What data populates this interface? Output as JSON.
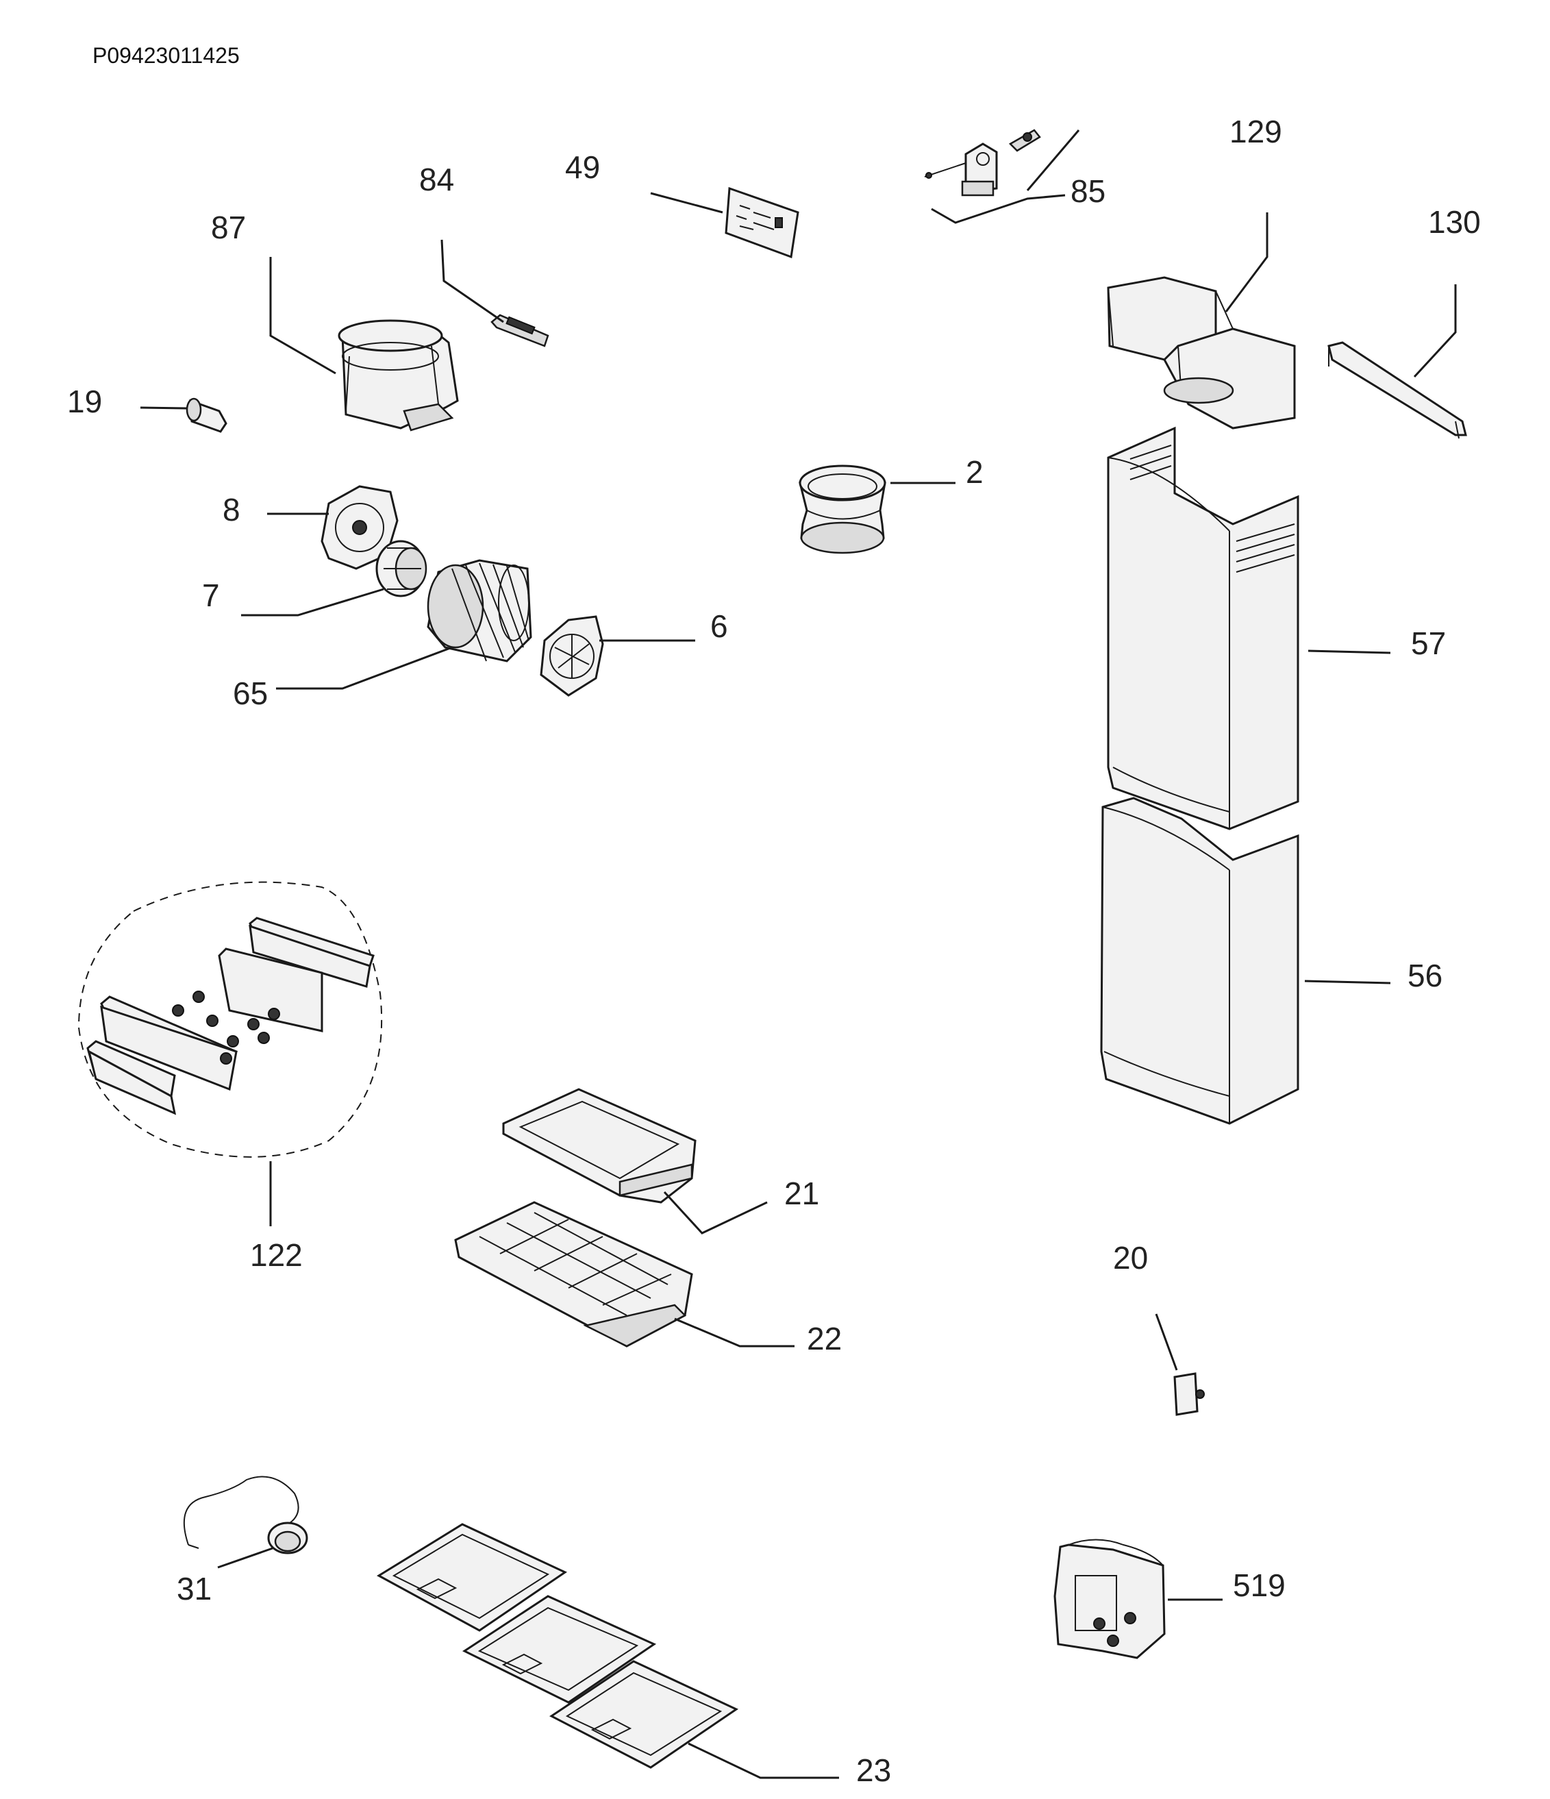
{
  "document": {
    "code": "P09423011425"
  },
  "parts": [
    {
      "id": "87",
      "label": "87"
    },
    {
      "id": "84",
      "label": "84"
    },
    {
      "id": "49",
      "label": "49"
    },
    {
      "id": "85",
      "label": "85"
    },
    {
      "id": "129",
      "label": "129"
    },
    {
      "id": "130",
      "label": "130"
    },
    {
      "id": "19",
      "label": "19"
    },
    {
      "id": "2",
      "label": "2"
    },
    {
      "id": "8",
      "label": "8"
    },
    {
      "id": "7",
      "label": "7"
    },
    {
      "id": "65",
      "label": "65"
    },
    {
      "id": "6",
      "label": "6"
    },
    {
      "id": "57",
      "label": "57"
    },
    {
      "id": "56",
      "label": "56"
    },
    {
      "id": "122",
      "label": "122"
    },
    {
      "id": "21",
      "label": "21"
    },
    {
      "id": "22",
      "label": "22"
    },
    {
      "id": "20",
      "label": "20"
    },
    {
      "id": "31",
      "label": "31"
    },
    {
      "id": "519",
      "label": "519"
    },
    {
      "id": "23",
      "label": "23"
    }
  ]
}
